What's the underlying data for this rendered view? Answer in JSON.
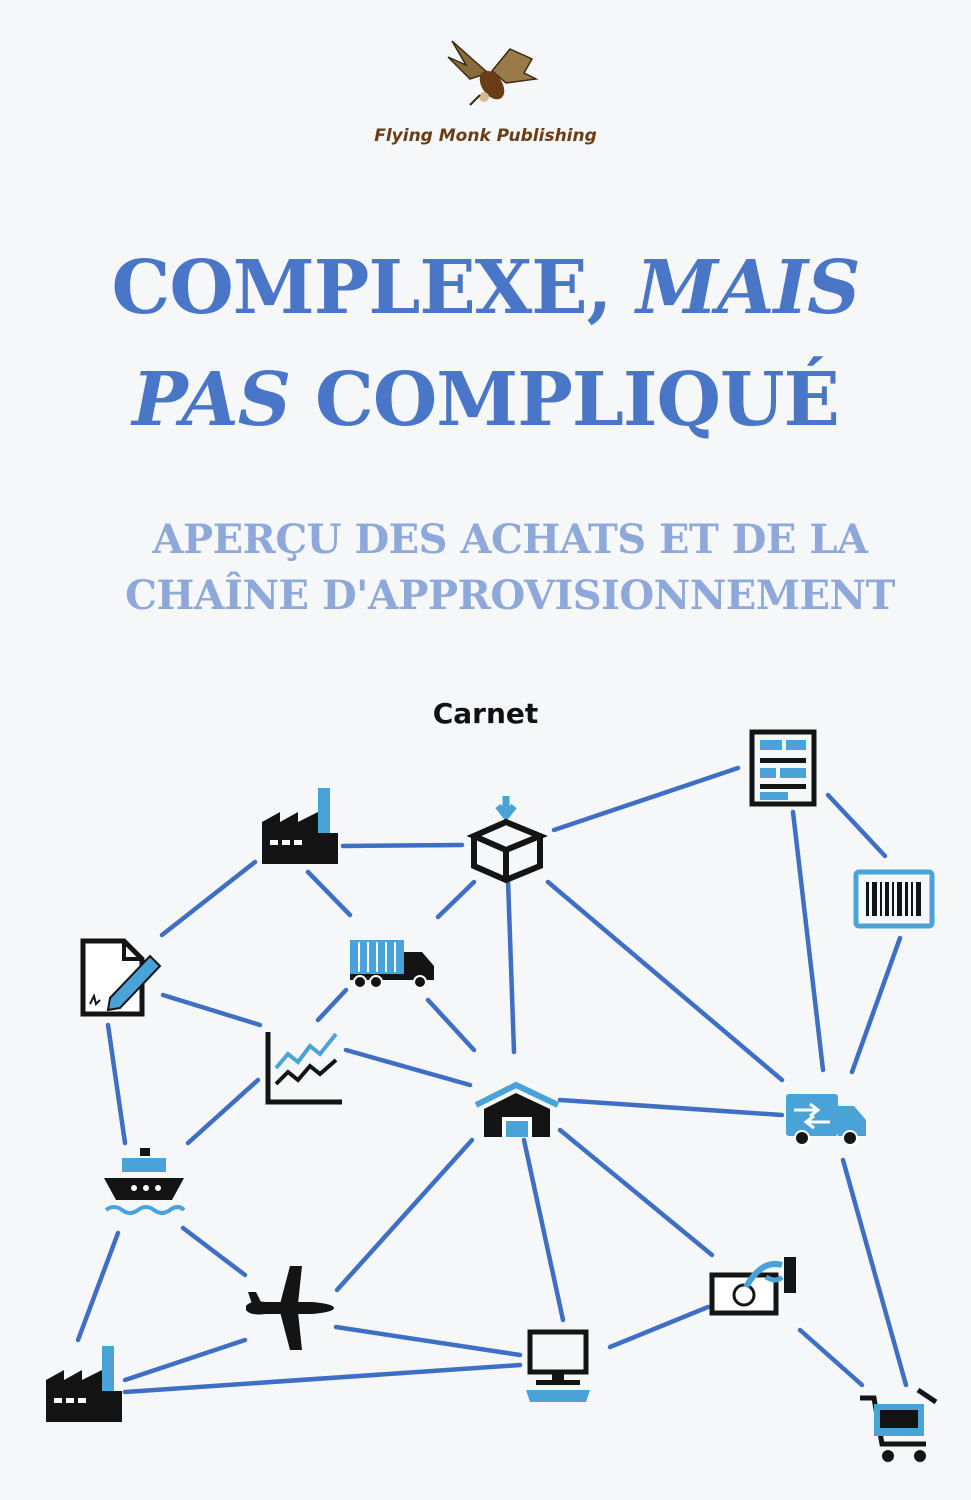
{
  "publisher": {
    "name": "Flying Monk Publishing"
  },
  "title": {
    "line1_part1": "COMPLEXE, ",
    "line1_part2": "MAIS",
    "line2_part1": "PAS",
    "line2_part2": " COMPLIQUÉ"
  },
  "subtitle": {
    "line1": "APERÇU DES ACHATS ET DE LA",
    "line2": "CHAÎNE D'APPROVISIONNEMENT"
  },
  "format_label": "Carnet",
  "colors": {
    "title": "#4a76c8",
    "subtitle": "#8ea8da",
    "network": "#3f6fc4",
    "icon_blue": "#4aa3d8",
    "icon_dark": "#141414",
    "publisher": "#6b3d16"
  },
  "icons": [
    "factory-icon",
    "package-icon",
    "warehouse-rack-icon",
    "barcode-icon",
    "document-sign-icon",
    "truck-icon",
    "chart-icon",
    "warehouse-icon",
    "delivery-truck-icon",
    "ship-icon",
    "airplane-icon",
    "payment-icon",
    "computer-icon",
    "shopping-cart-icon"
  ]
}
